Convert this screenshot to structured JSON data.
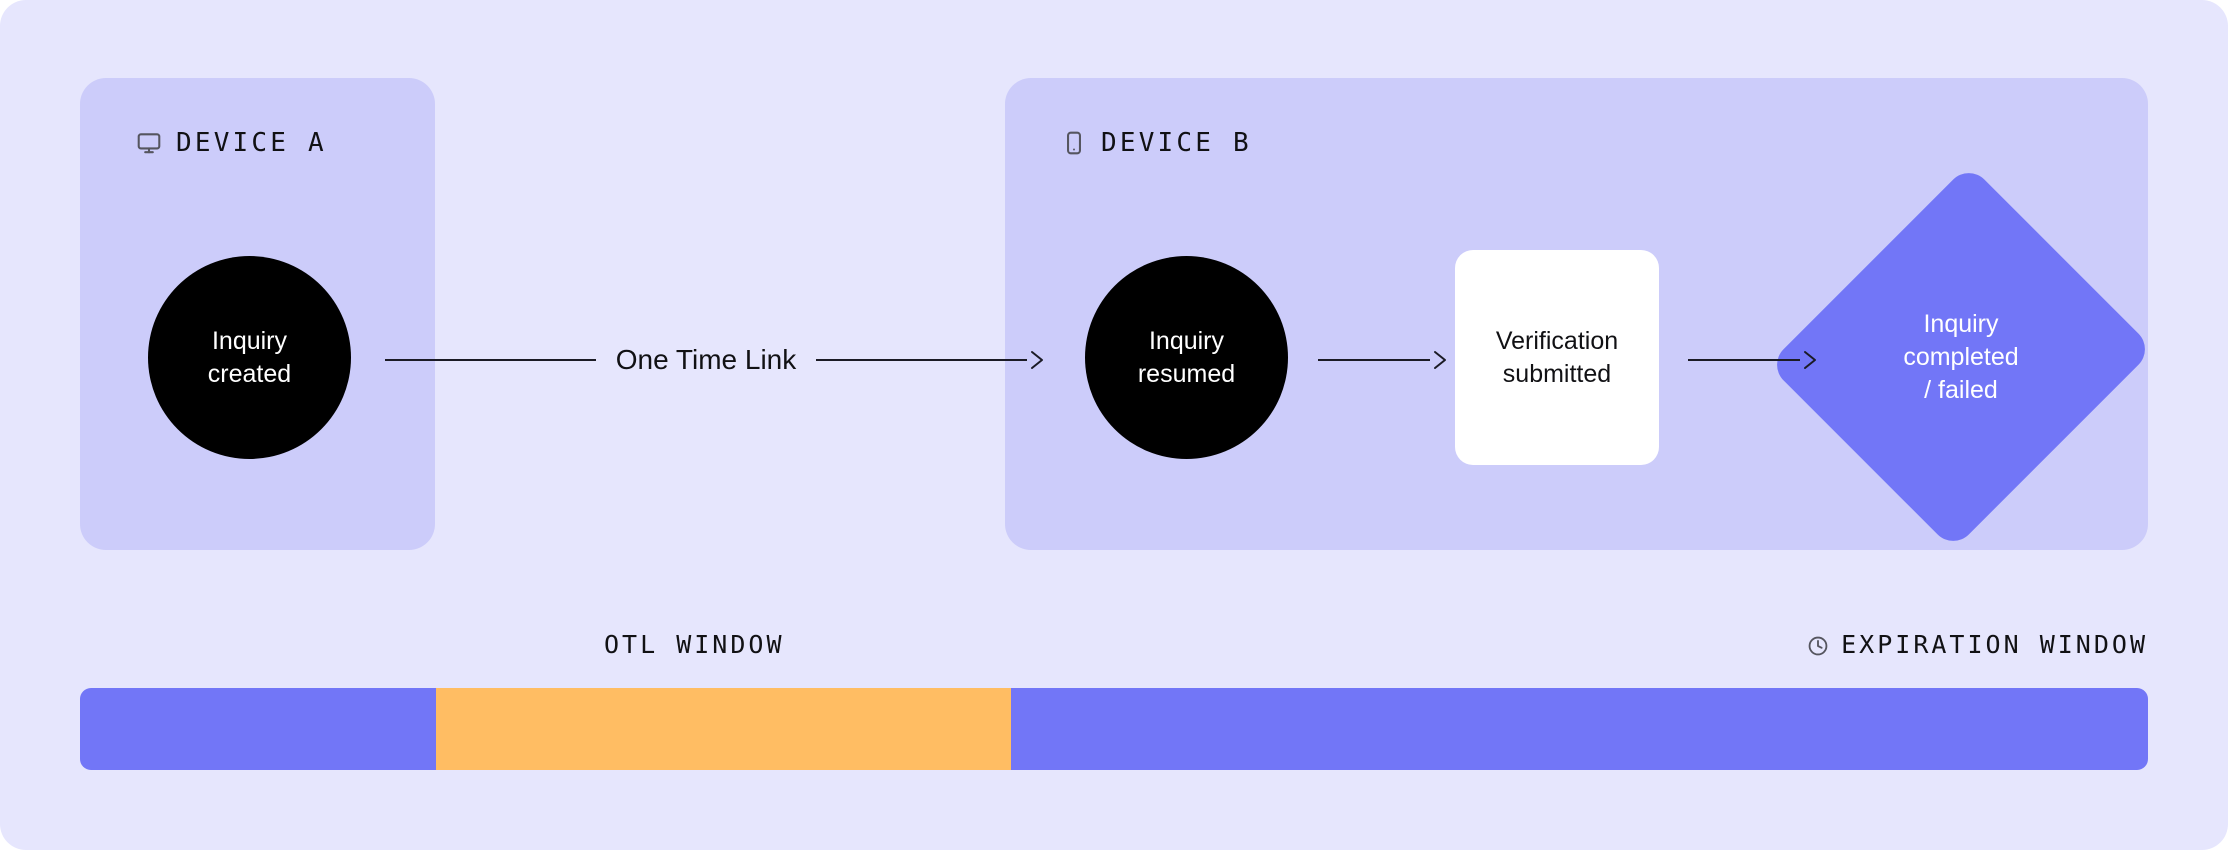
{
  "colors": {
    "page_background": "#e6e6fd",
    "panel_background": "#ccccfa",
    "node_black": "#000000",
    "node_white": "#ffffff",
    "accent_purple": "#7276f7",
    "accent_orange": "#ffbd63",
    "stroke": "#1b1b25",
    "icon_gray": "#55555f"
  },
  "panels": [
    {
      "id": "device-a",
      "label": "DEVICE A",
      "icon": "monitor-icon"
    },
    {
      "id": "device-b",
      "label": "DEVICE B",
      "icon": "smartphone-icon"
    }
  ],
  "nodes": [
    {
      "id": "inquiry-created",
      "shape": "circle",
      "lines": [
        "Inquiry",
        "created"
      ],
      "fill": "#000000",
      "text_color": "#ffffff"
    },
    {
      "id": "inquiry-resumed",
      "shape": "circle",
      "lines": [
        "Inquiry",
        "resumed"
      ],
      "fill": "#000000",
      "text_color": "#ffffff"
    },
    {
      "id": "verification-submitted",
      "shape": "rounded-square",
      "lines": [
        "Verification",
        "submitted"
      ],
      "fill": "#ffffff",
      "text_color": "#111114"
    },
    {
      "id": "inquiry-completed-failed",
      "shape": "diamond",
      "lines": [
        "Inquiry",
        "completed",
        "/ failed"
      ],
      "fill": "#7276f7",
      "text_color": "#ffffff"
    }
  ],
  "arrows": [
    {
      "id": "otl",
      "label": "One Time Link",
      "from": "inquiry-created",
      "to": "inquiry-resumed"
    },
    {
      "id": "resumed-to-verification",
      "label": "",
      "from": "inquiry-resumed",
      "to": "verification-submitted"
    },
    {
      "id": "verification-to-completed",
      "label": "",
      "from": "verification-submitted",
      "to": "inquiry-completed-failed"
    }
  ],
  "timeline": {
    "labels": [
      {
        "id": "otl-window",
        "text": "OTL WINDOW",
        "icon": ""
      },
      {
        "id": "expiration-window",
        "text": "EXPIRATION WINDOW",
        "icon": "clock-icon"
      }
    ],
    "segments": [
      {
        "id": "pre-otl",
        "color": "#7276f7",
        "width_pct": 17.2
      },
      {
        "id": "otl-window",
        "color": "#ffbd63",
        "width_pct": 27.8
      },
      {
        "id": "expiration-window",
        "color": "#7276f7",
        "width_pct": 55.0
      }
    ]
  }
}
